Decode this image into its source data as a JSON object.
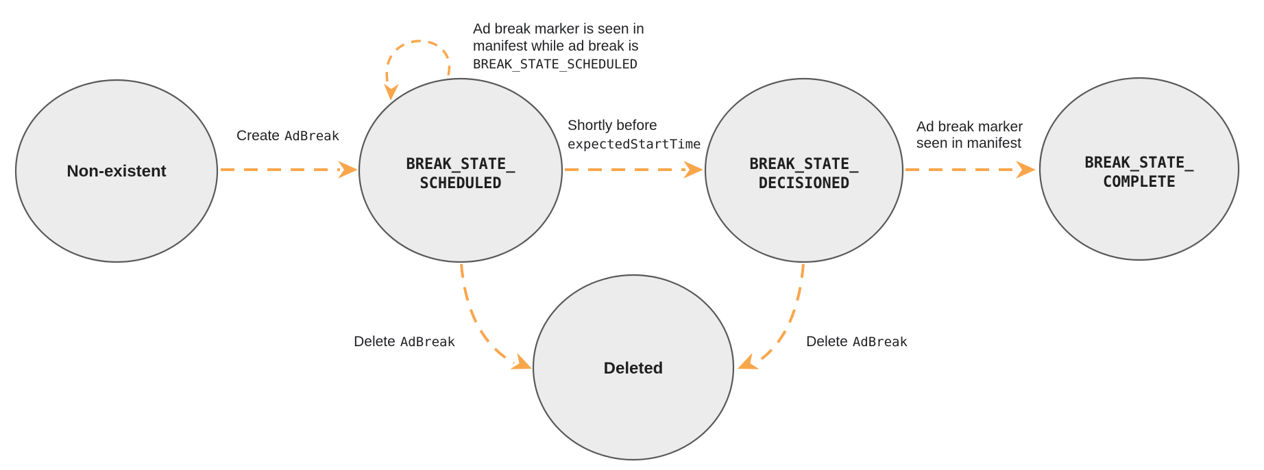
{
  "palette": {
    "arrow_orange": "#F8A64C",
    "node_fill": "#ECECEC",
    "node_border": "#58595B",
    "label_text": "#202124"
  },
  "nodes": {
    "non_existent": {
      "label": "Non-existent"
    },
    "scheduled": {
      "label_line1": "BREAK_STATE_",
      "label_line2": "SCHEDULED"
    },
    "decisioned": {
      "label_line1": "BREAK_STATE_",
      "label_line2": "DECISIONED"
    },
    "complete": {
      "label_line1": "BREAK_STATE_",
      "label_line2": "COMPLETE"
    },
    "deleted": {
      "label": "Deleted"
    }
  },
  "edges": {
    "create": {
      "text": "Create",
      "code": "AdBreak"
    },
    "self_loop": {
      "note_line1": "Ad break marker is seen in",
      "note_line2": "manifest while ad break is",
      "note_line3_code": "BREAK_STATE_SCHEDULED"
    },
    "to_decisioned": {
      "line1": "Shortly before",
      "line2_code": "expectedStartTime"
    },
    "to_complete": {
      "line1": "Ad break marker",
      "line2": "seen in manifest"
    },
    "delete_from_scheduled": {
      "text": "Delete",
      "code": "AdBreak"
    },
    "delete_from_decisioned": {
      "text": "Delete",
      "code": "AdBreak"
    }
  }
}
